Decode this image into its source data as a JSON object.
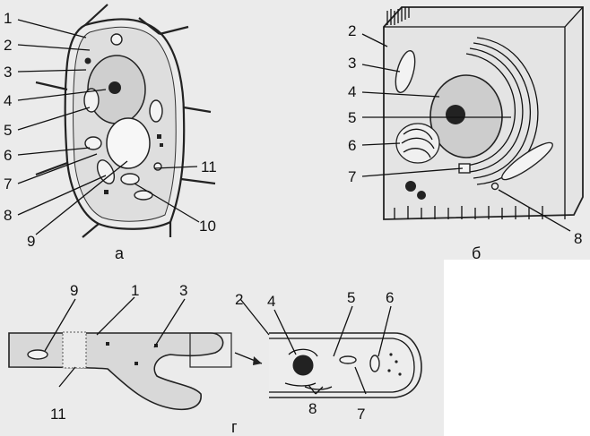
{
  "panels": {
    "a": {
      "caption": "а",
      "labels": [
        "1",
        "2",
        "3",
        "4",
        "5",
        "6",
        "7",
        "8",
        "9",
        "10",
        "11"
      ]
    },
    "b": {
      "caption": "б",
      "labels": [
        "2",
        "3",
        "4",
        "5",
        "6",
        "7",
        "8"
      ]
    },
    "g": {
      "caption": "г",
      "labels": [
        "9",
        "1",
        "3",
        "11",
        "2",
        "4",
        "5",
        "6",
        "8",
        "7"
      ]
    }
  },
  "colors": {
    "ink": "#222222",
    "paper": "#ebebeb"
  }
}
